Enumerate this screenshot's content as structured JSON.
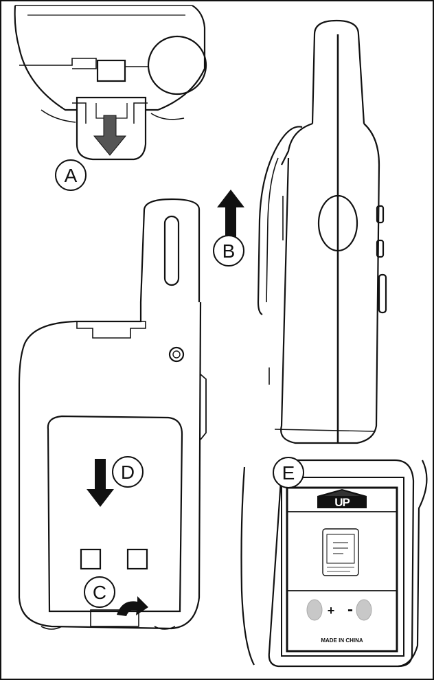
{
  "labels": {
    "a": "A",
    "b": "B",
    "c": "C",
    "d": "D",
    "e": "E"
  },
  "battery": {
    "up_text": "UP",
    "plus": "+",
    "minus": "-",
    "made_in": "MADE IN CHINA"
  },
  "colors": {
    "ink": "#111111",
    "terminal": "#c8c8c8",
    "background": "#ffffff"
  }
}
